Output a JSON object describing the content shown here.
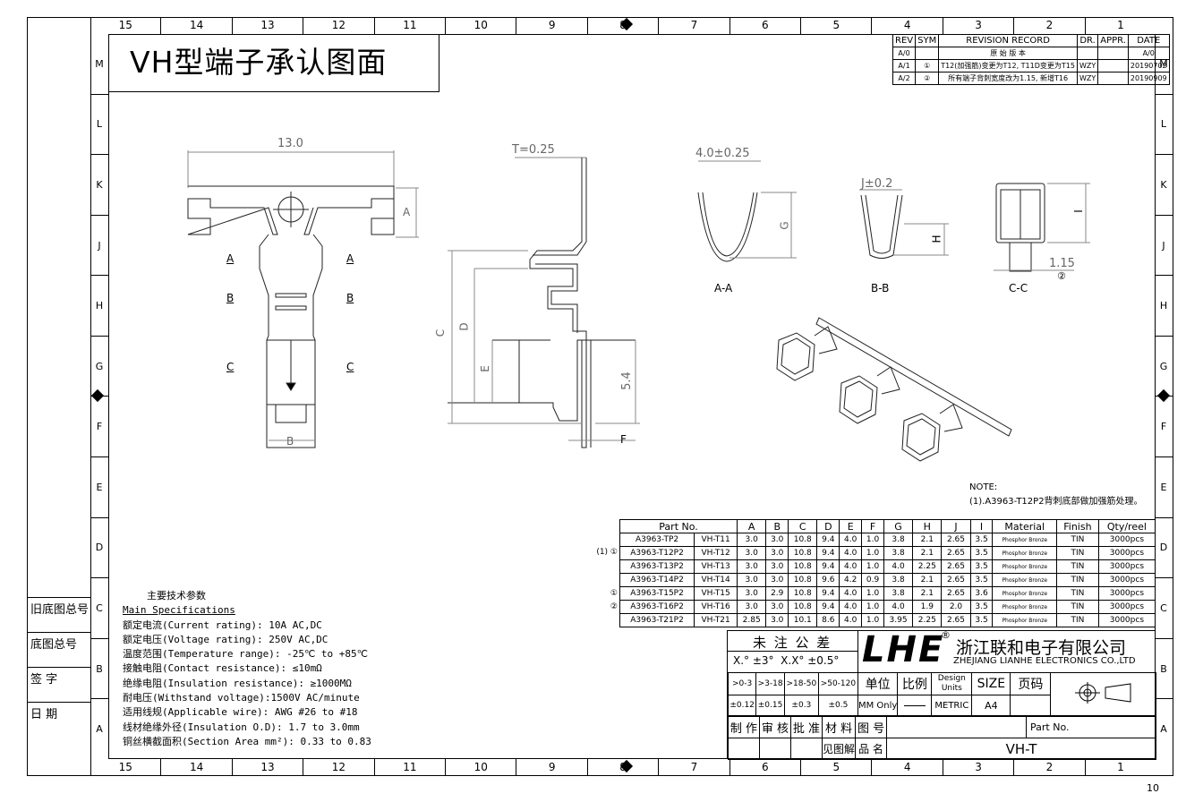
{
  "title": "VH型端子承认图面",
  "zones_cols": [
    "15",
    "14",
    "13",
    "12",
    "11",
    "10",
    "9",
    "8",
    "7",
    "6",
    "5",
    "4",
    "3",
    "2",
    "1"
  ],
  "zones_rows": [
    "M",
    "L",
    "K",
    "J",
    "H",
    "G",
    "F",
    "E",
    "D",
    "C",
    "B",
    "A"
  ],
  "revision": {
    "header": [
      "REV",
      "SYM",
      "REVISION RECORD",
      "DR.",
      "APPR.",
      "DATE"
    ],
    "rows": [
      [
        "A/0",
        "",
        "原 始 版 本",
        "",
        "",
        "A/0"
      ],
      [
        "A/1",
        "①",
        "T12(加强筋)变更为T12, T11D变更为T15",
        "WZY",
        "",
        "20190702"
      ],
      [
        "A/2",
        "②",
        "所有端子背刺宽度改为1.15, 新增T16",
        "WZY",
        "",
        "20190909"
      ]
    ]
  },
  "drawing_labels": {
    "dim_13": "13.0",
    "dim_t": "T=0.25",
    "dim_40": "4.0±0.25",
    "dim_j": "J±0.2",
    "dim_115": "1.15",
    "sym2": "②",
    "A": "A",
    "B": "B",
    "C": "C",
    "D": "D",
    "E": "E",
    "F": "F",
    "G": "G",
    "H": "H",
    "I": "I",
    "dim_54": "5.4",
    "sec_aa": "A-A",
    "sec_bb": "B-B",
    "sec_cc": "C-C"
  },
  "note": {
    "title": "NOTE:",
    "text": "(1).A3963-T12P2背刺底部做加强筋处理。"
  },
  "parts_table": {
    "header": [
      "Part No.",
      "A",
      "B",
      "C",
      "D",
      "E",
      "F",
      "G",
      "H",
      "J",
      "I",
      "Material",
      "Finish",
      "Qty/reel"
    ],
    "rows": [
      {
        "mark": "",
        "pn": "A3963-TP2",
        "model": "VH-T11",
        "v": [
          "3.0",
          "3.0",
          "10.8",
          "9.4",
          "4.0",
          "1.0",
          "3.8",
          "2.1",
          "2.65",
          "3.5"
        ],
        "mat": "Phosphor Bronze",
        "fin": "TIN",
        "qty": "3000pcs"
      },
      {
        "mark": "(1) ①",
        "pn": "A3963-T12P2",
        "model": "VH-T12",
        "v": [
          "3.0",
          "3.0",
          "10.8",
          "9.4",
          "4.0",
          "1.0",
          "3.8",
          "2.1",
          "2.65",
          "3.5"
        ],
        "mat": "Phosphor Bronze",
        "fin": "TIN",
        "qty": "3000pcs"
      },
      {
        "mark": "",
        "pn": "A3963-T13P2",
        "model": "VH-T13",
        "v": [
          "3.0",
          "3.0",
          "10.8",
          "9.4",
          "4.0",
          "1.0",
          "4.0",
          "2.25",
          "2.65",
          "3.5"
        ],
        "mat": "Phosphor Bronze",
        "fin": "TIN",
        "qty": "3000pcs"
      },
      {
        "mark": "",
        "pn": "A3963-T14P2",
        "model": "VH-T14",
        "v": [
          "3.0",
          "3.0",
          "10.8",
          "9.6",
          "4.2",
          "0.9",
          "3.8",
          "2.1",
          "2.65",
          "3.5"
        ],
        "mat": "Phosphor Bronze",
        "fin": "TIN",
        "qty": "3000pcs"
      },
      {
        "mark": "①",
        "pn": "A3963-T15P2",
        "model": "VH-T15",
        "v": [
          "3.0",
          "2.9",
          "10.8",
          "9.4",
          "4.0",
          "1.0",
          "3.8",
          "2.1",
          "2.65",
          "3.6"
        ],
        "mat": "Phosphor Bronze",
        "fin": "TIN",
        "qty": "3000pcs"
      },
      {
        "mark": "②",
        "pn": "A3963-T16P2",
        "model": "VH-T16",
        "v": [
          "3.0",
          "3.0",
          "10.8",
          "9.4",
          "4.0",
          "1.0",
          "4.0",
          "1.9",
          "2.0",
          "3.5"
        ],
        "mat": "Phosphor Bronze",
        "fin": "TIN",
        "qty": "3000pcs"
      },
      {
        "mark": "",
        "pn": "A3963-T21P2",
        "model": "VH-T21",
        "v": [
          "2.85",
          "3.0",
          "10.1",
          "8.6",
          "4.0",
          "1.0",
          "3.95",
          "2.25",
          "2.65",
          "3.5"
        ],
        "mat": "Phosphor Bronze",
        "fin": "TIN",
        "qty": "3000pcs"
      }
    ]
  },
  "specs": {
    "heading_cn": "主要技术参数",
    "heading_en": "Main Specifications",
    "lines": [
      "额定电流(Current rating): 10A AC,DC",
      "额定电压(Voltage rating): 250V AC,DC",
      "温度范围(Temperature range): -25℃ to +85℃",
      "接触电阻(Contact resistance): ≤10mΩ",
      "绝缘电阻(Insulation resistance): ≥1000MΩ",
      "耐电压(Withstand voltage):1500V AC/minute",
      "适用线规(Applicable wire): AWG #26 to #18",
      "线材绝缘外径(Insulation O.D): 1.7 to 3.0mm",
      "铜丝横截面积(Section Area mm²): 0.33 to 0.83"
    ]
  },
  "left_labels": [
    "旧底图总号",
    "底图总号",
    "签 字",
    "日 期"
  ],
  "title_block": {
    "tol_title": "未 注 公 差",
    "tol_angle": "X.° ±3°  X.X° ±0.5°",
    "tol_ranges": [
      ">0-3",
      ">3-18",
      ">18-50",
      ">50-120"
    ],
    "tol_values": [
      "±0.12",
      "±0.15",
      "±0.3",
      "±0.5"
    ],
    "unit": "单位",
    "scale": "比例",
    "design_units": "Design Units",
    "size_label": "SIZE",
    "page_label": "页码",
    "mm_only": "MM Only",
    "metric": "METRIC",
    "size_value": "A4",
    "sign_cells": [
      "制 作",
      "审 核",
      "批 准",
      "材 料",
      "图 号"
    ],
    "see_note": "见图解",
    "product_name_label": "品 名",
    "part_no_label": "Part No.",
    "part_no_value": "VH-T",
    "logo": "LHE",
    "company_cn": "浙江联和电子有限公司",
    "company_en": "ZHEJIANG LIANHE ELECTRONICS CO.,LTD"
  },
  "page_number": "10"
}
